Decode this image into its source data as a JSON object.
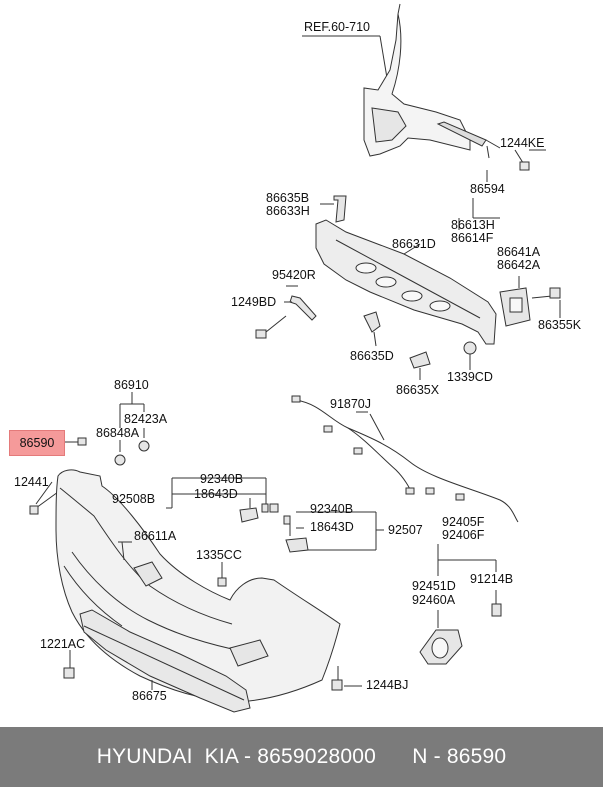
{
  "reference": "REF.60-710",
  "highlighted_part": "86590",
  "labels": {
    "p1244KE": "1244KE",
    "p86594": "86594",
    "p86613H": "86613H",
    "p86614F": "86614F",
    "p86635B": "86635B",
    "p86633H": "86633H",
    "p86631D": "86631D",
    "p86641A": "86641A",
    "p86642A": "86642A",
    "p95420R": "95420R",
    "p1249BD": "1249BD",
    "p86355K": "86355K",
    "p86635D": "86635D",
    "p86635X": "86635X",
    "p1339CD": "1339CD",
    "p86910": "86910",
    "p82423A": "82423A",
    "p86848A": "86848A",
    "p91870J": "91870J",
    "p12441": "12441",
    "p92340B_a": "92340B",
    "p18643D_a": "18643D",
    "p92508B": "92508B",
    "p92340B_b": "92340B",
    "p18643D_b": "18643D",
    "p92507": "92507",
    "p92405F": "92405F",
    "p92406F": "92406F",
    "p86611A": "86611A",
    "p1335CC": "1335CC",
    "p92451D": "92451D",
    "p92460A": "92460A",
    "p91214B": "91214B",
    "p1221AC": "1221AC",
    "p1244BJ": "1244BJ",
    "p86675": "86675"
  },
  "footer": {
    "brand": "HYUNDAI  KIA - 8659028000",
    "part_ref": "N - 86590"
  },
  "colors": {
    "highlight": "#f59a9a",
    "footer_bg": "#7b7b7b",
    "line": "#333333",
    "part_fill": "#f2f2f2"
  }
}
